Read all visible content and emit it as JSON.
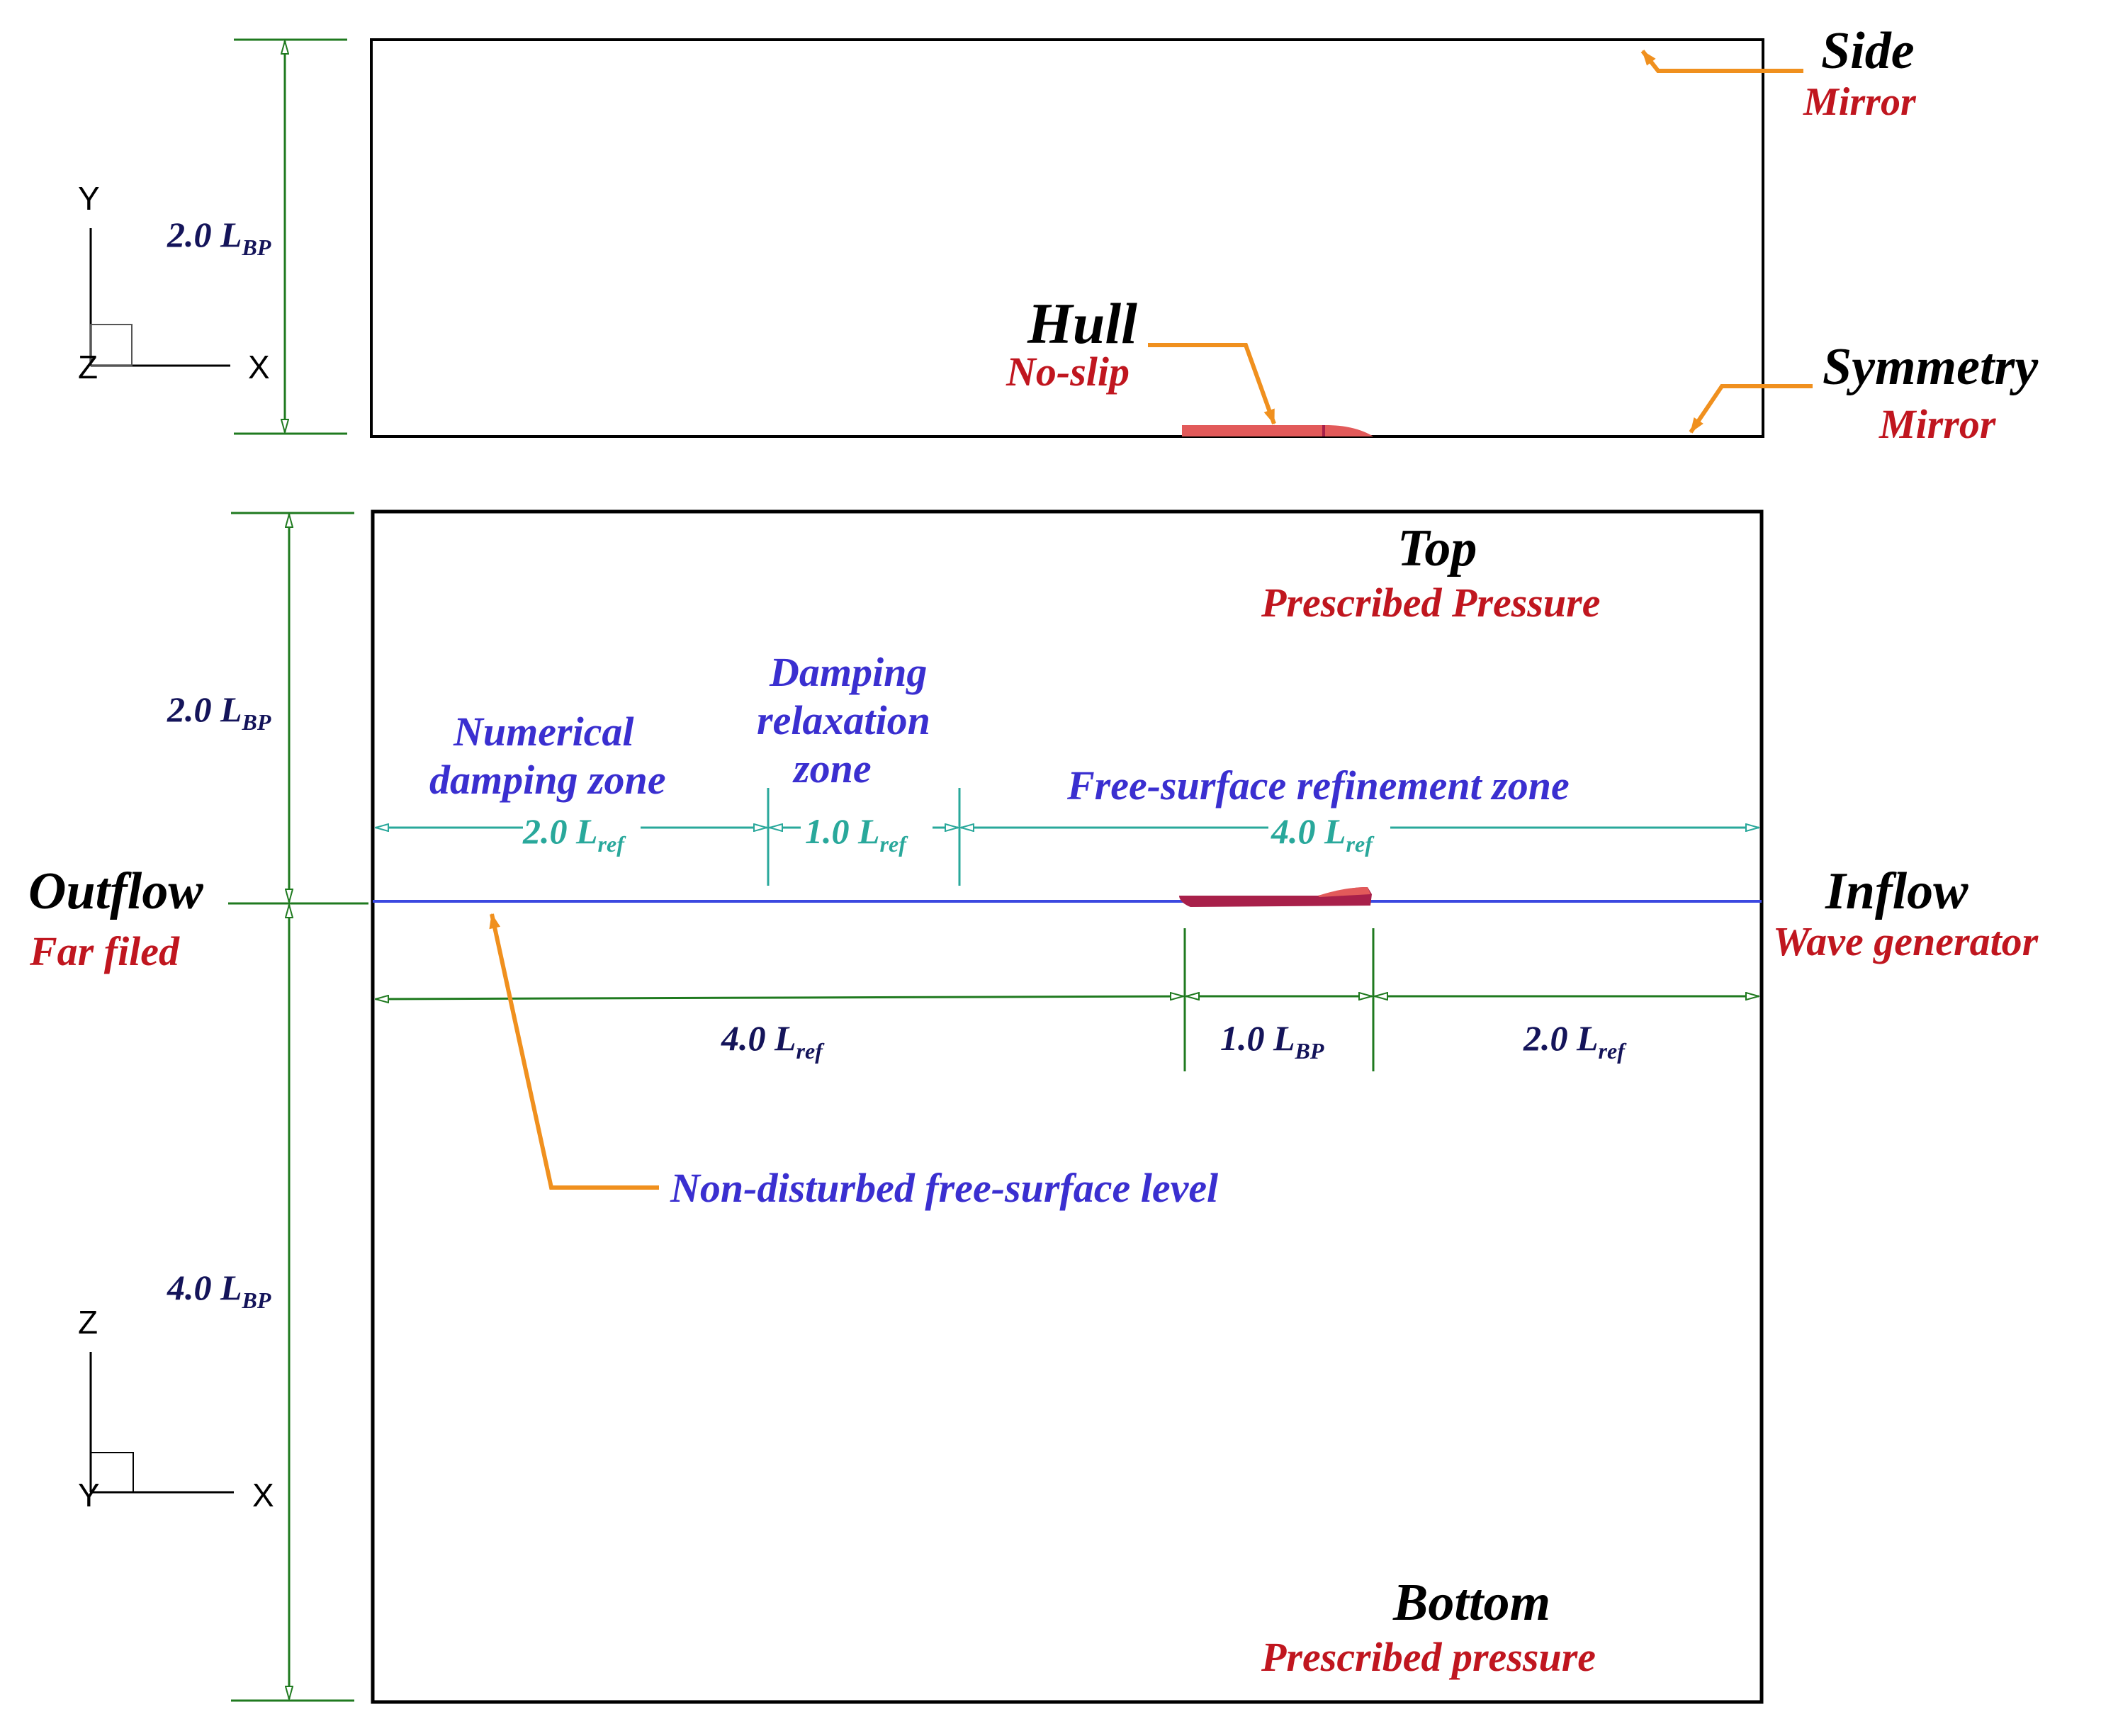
{
  "colors": {
    "black": "#000000",
    "navy": "#14145a",
    "red": "#c0161f",
    "blue": "#3a2fd0",
    "teal": "#29a89b",
    "green": "#1f7a1f",
    "orange": "#f0901e",
    "waterline": "#3b48e0",
    "hull": "#e25a5a",
    "hull_dark": "#a8204a"
  },
  "top_view": {
    "axes": {
      "vertical": "Y",
      "horizontal": "X",
      "out_of_plane": "Z"
    },
    "dimension_height": {
      "value": "2.0 L",
      "sub": "BP"
    },
    "side": {
      "name": "Side",
      "condition": "Mirror"
    },
    "hull": {
      "name": "Hull",
      "condition": "No-slip"
    },
    "symmetry": {
      "name": "Symmetry",
      "condition": "Mirror"
    }
  },
  "side_view": {
    "axes": {
      "vertical": "Z",
      "horizontal": "X",
      "out_of_plane": "Y"
    },
    "dimension_upper": {
      "value": "2.0 L",
      "sub": "BP"
    },
    "dimension_lower": {
      "value": "4.0 L",
      "sub": "BP"
    },
    "top": {
      "name": "Top",
      "condition": "Prescribed Pressure"
    },
    "bottom": {
      "name": "Bottom",
      "condition": "Prescribed pressure"
    },
    "outflow": {
      "name": "Outflow",
      "condition": "Far filed"
    },
    "inflow": {
      "name": "Inflow",
      "condition": "Wave generator"
    },
    "zones": {
      "numerical_damping": {
        "line1": "Numerical",
        "line2": "damping zone",
        "length": "2.0 L",
        "sub": "ref"
      },
      "damping_relaxation": {
        "line1": "Damping",
        "line2": "relaxation",
        "line3": "zone",
        "length": "1.0 L",
        "sub": "ref"
      },
      "free_surface_refinement": {
        "label": "Free-surface refinement zone",
        "length": "4.0 L",
        "sub": "ref"
      }
    },
    "lengths": {
      "downstream": {
        "value": "4.0 L",
        "sub": "ref"
      },
      "hull": {
        "value": "1.0 L",
        "sub": "BP"
      },
      "upstream": {
        "value": "2.0 L",
        "sub": "ref"
      }
    },
    "free_surface_label": "Non-disturbed free-surface level"
  }
}
